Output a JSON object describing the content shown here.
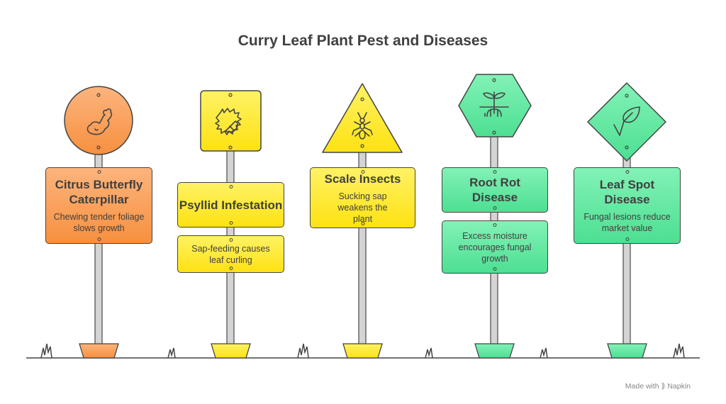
{
  "title": "Curry Leaf Plant Pest and Diseases",
  "signs": [
    {
      "heading": "Citrus Butterfly Caterpillar",
      "description": "Chewing tender foliage slows growth",
      "icon": "caterpillar-icon",
      "color": "#f7983f"
    },
    {
      "heading": "Psyllid Infestation",
      "description": "Sap-feeding causes leaf curling",
      "icon": "durian-pest-icon",
      "color": "#fde52a"
    },
    {
      "heading": "Scale Insects",
      "description": "Sucking sap weakens the plant",
      "icon": "ant-icon",
      "color": "#fde52a"
    },
    {
      "heading": "Root Rot Disease",
      "description": "Excess moisture encourages fungal growth",
      "icon": "plant-roots-icon",
      "color": "#5fe69f"
    },
    {
      "heading": "Leaf Spot Disease",
      "description": "Fungal lesions reduce market value",
      "icon": "leaf-icon",
      "color": "#5fe69f"
    }
  ],
  "footer": {
    "made_with": "Made with",
    "brand": "Napkin"
  }
}
